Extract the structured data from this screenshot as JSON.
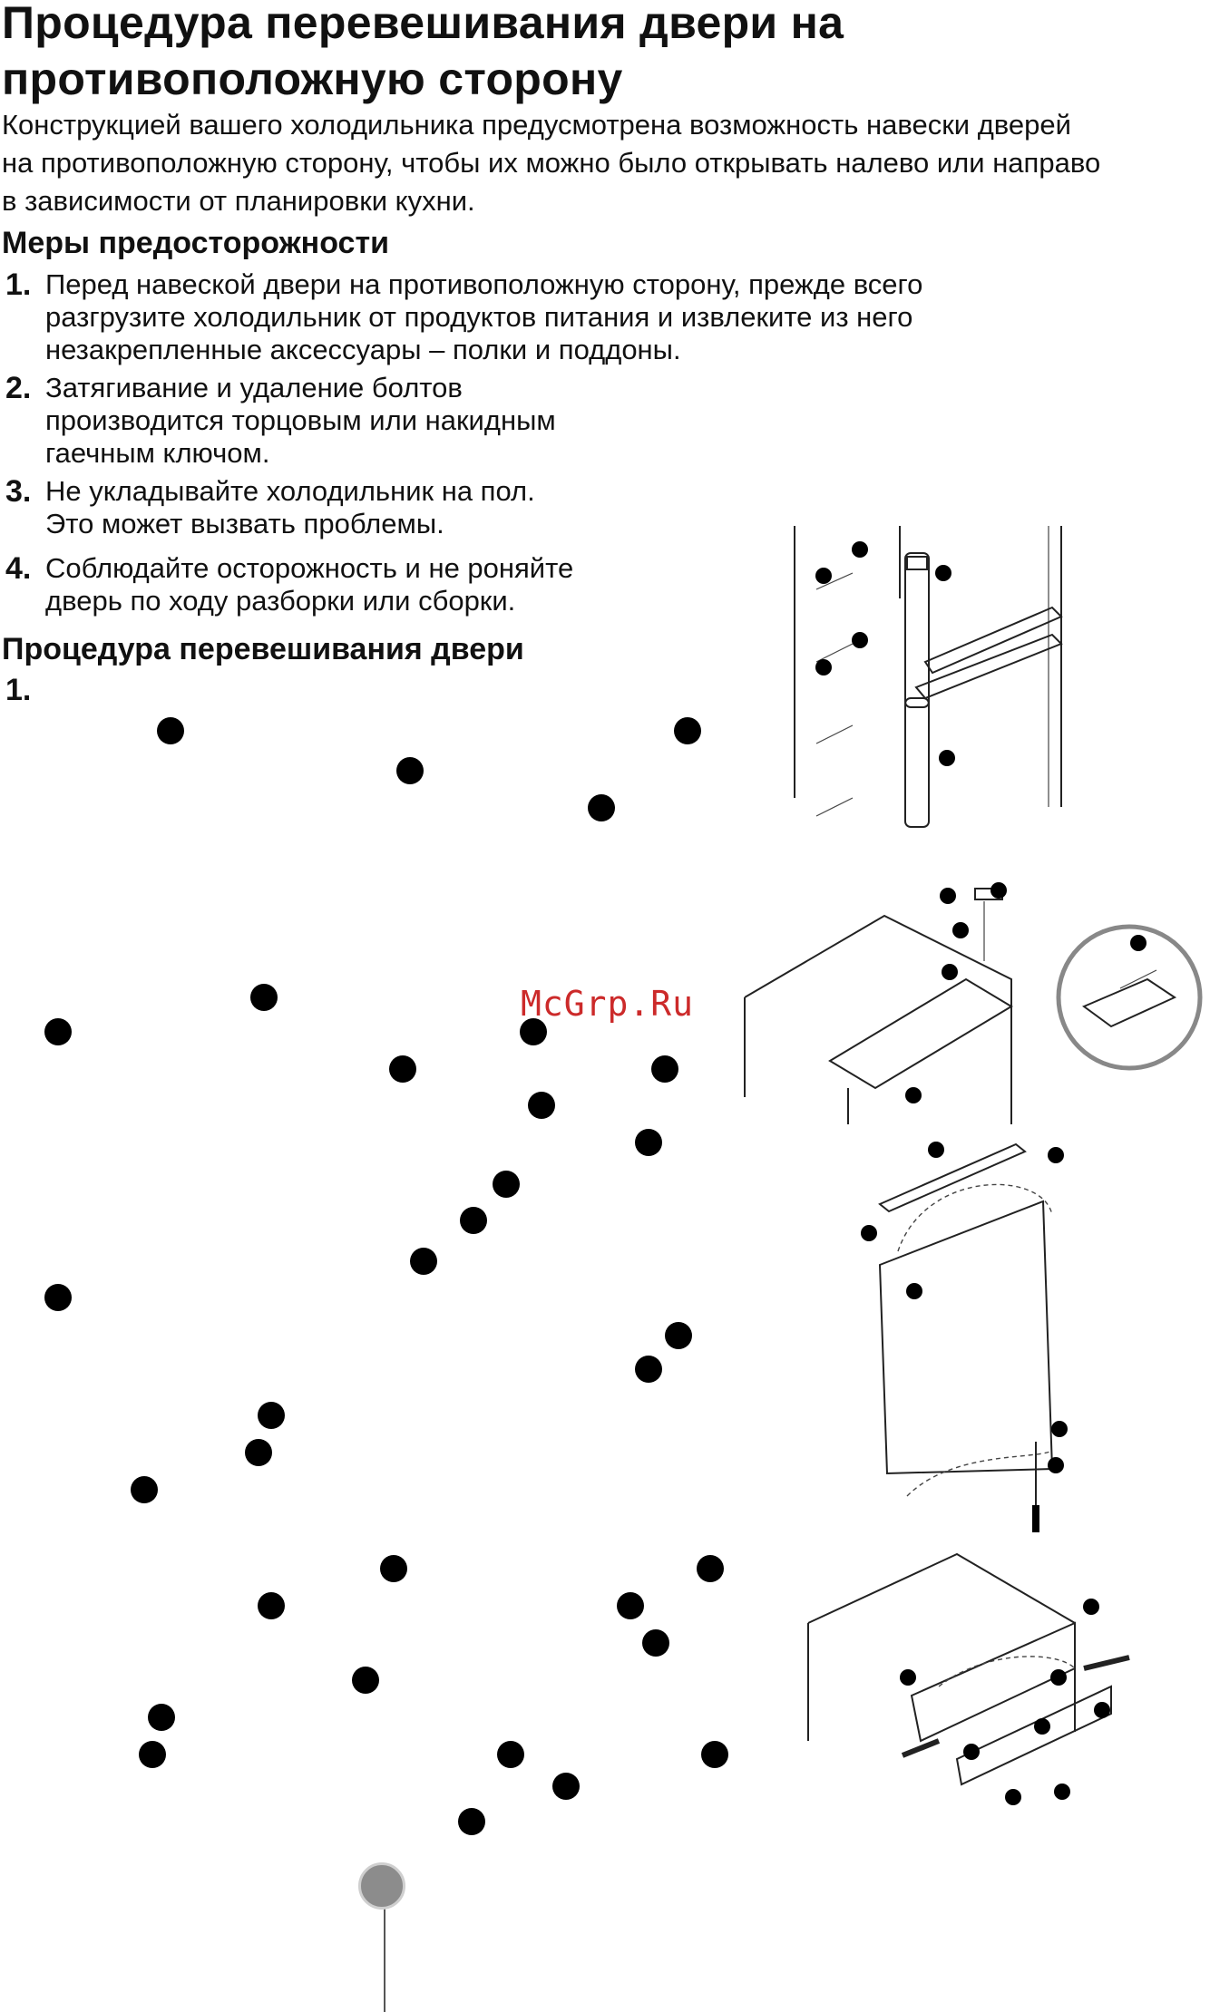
{
  "page": {
    "title_line1": "Процедура перевешивания двери на",
    "title_line2": "противоположную сторону",
    "intro_line1": "Конструкцией вашего холодильника предусмотрена возможность навески дверей",
    "intro_line2": "на противоположную сторону, чтобы их можно было открывать налево или направо",
    "intro_line3": "в зависимости от планировки кухни."
  },
  "precautions": {
    "heading": "Меры предосторожности",
    "items": [
      {
        "num": "1.",
        "lines": [
          "Перед навеской двери на противоположную сторону, прежде всего",
          "разгрузите холодильник от продуктов питания и извлеките из него",
          "незакрепленные аксессуары – полки и поддоны."
        ]
      },
      {
        "num": "2.",
        "lines": [
          "Затягивание и удаление болтов",
          "производится торцовым или накидным",
          "гаечным ключом."
        ]
      },
      {
        "num": "3.",
        "lines": [
          "Не укладывайте холодильник на пол.",
          "Это может вызвать проблемы."
        ]
      },
      {
        "num": "4.",
        "lines": [
          "Соблюдайте осторожность и не роняйте",
          "дверь по ходу разборки или сборки."
        ]
      }
    ]
  },
  "procedure": {
    "heading": "Процедура перевешивания двери",
    "step1_num": "1."
  },
  "watermark": "McGrp.Ru",
  "colors": {
    "text": "#111111",
    "watermark": "#cc2a2a",
    "page_marker": "#8c8c8c"
  },
  "icons": {
    "hinge_diagram": "refrigerator-hinge-side-view",
    "top_hinge_diagram": "refrigerator-top-hinge-detail",
    "door_removal_diagram": "door-removal-with-screwdriver",
    "bottom_panel_diagram": "bottom-cover-removal"
  }
}
